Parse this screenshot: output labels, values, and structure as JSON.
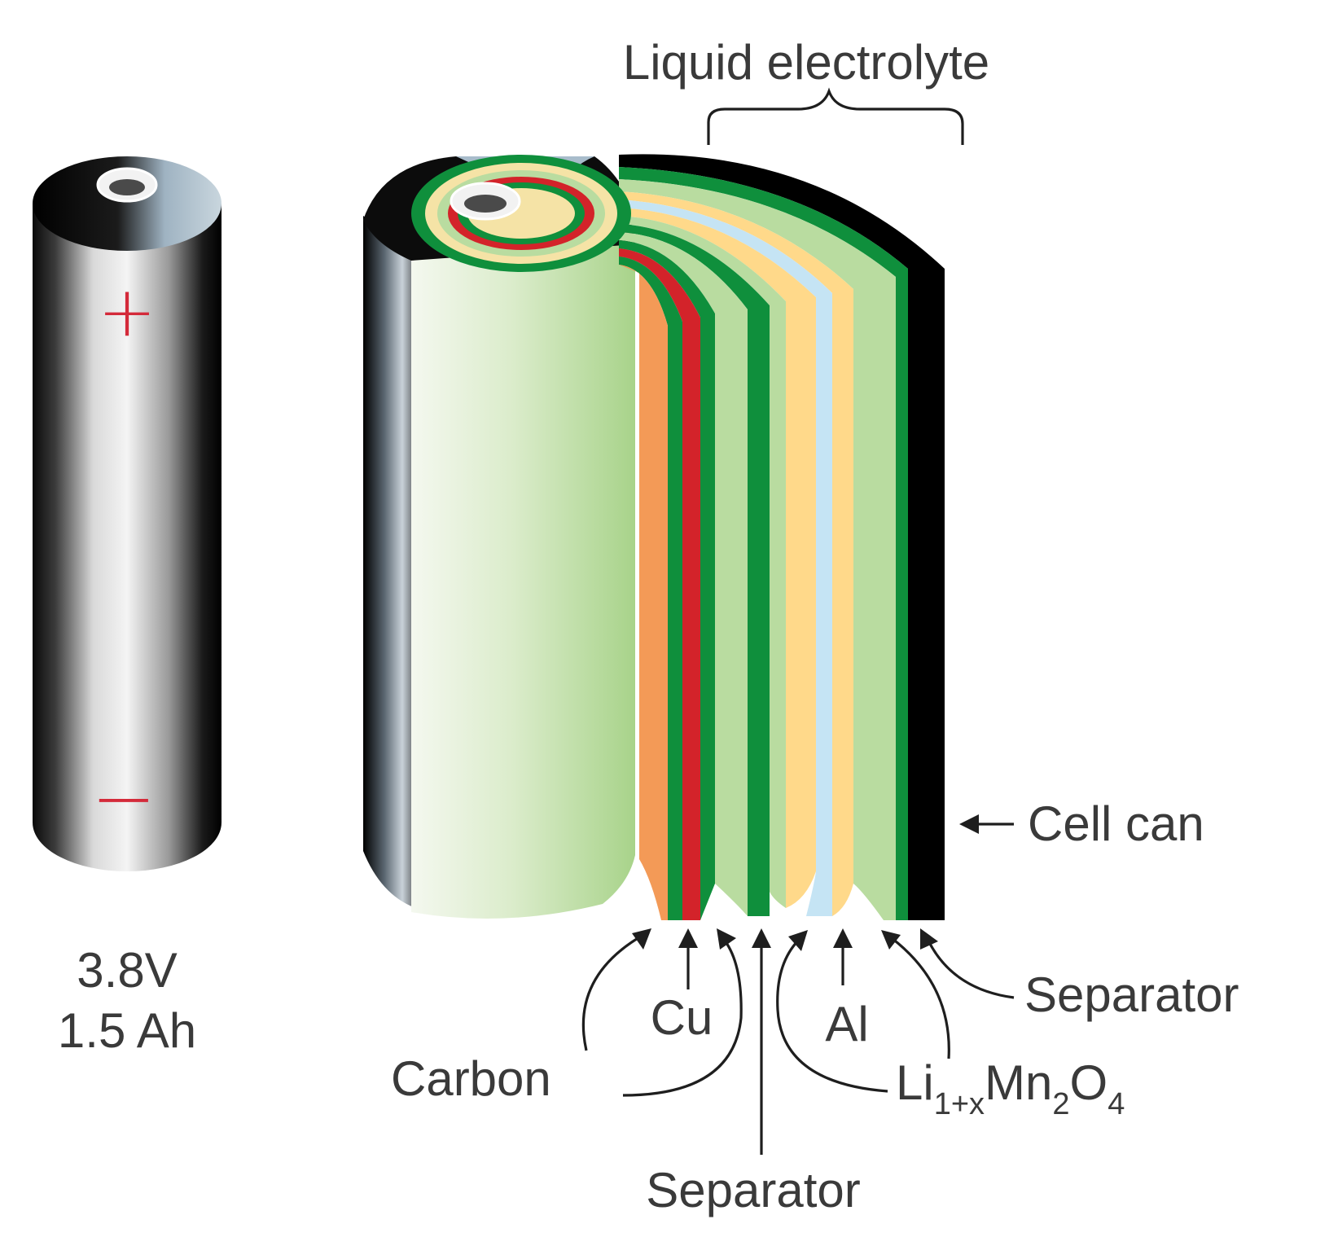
{
  "small_cell": {
    "plus_sign": "+",
    "minus_sign": "−",
    "voltage": "3.8V",
    "capacity": "1.5 Ah"
  },
  "labels": {
    "liquid_electrolyte": "Liquid electrolyte",
    "cell_can": "Cell can",
    "separator_right": "Separator",
    "separator_bottom": "Separator",
    "cu": "Cu",
    "al": "Al",
    "carbon": "Carbon",
    "cathode_formula": {
      "part1": "Li",
      "sub1": "1+x",
      "part2": "Mn",
      "sub2": "2",
      "part3": "O",
      "sub3": "4"
    }
  },
  "colors": {
    "carbon_anode": "#b9dca0",
    "copper_foil": "#f39a57",
    "separator": "#0f8f3c",
    "copper_red": "#d3232a",
    "cathode_yellow": "#ffd98a",
    "aluminum": "#c5e4f4",
    "can": "#000000",
    "sign_red": "#d42a3a"
  },
  "icons": [
    "arrow-left-icon",
    "bracket-icon",
    "terminal-ring-icon"
  ]
}
